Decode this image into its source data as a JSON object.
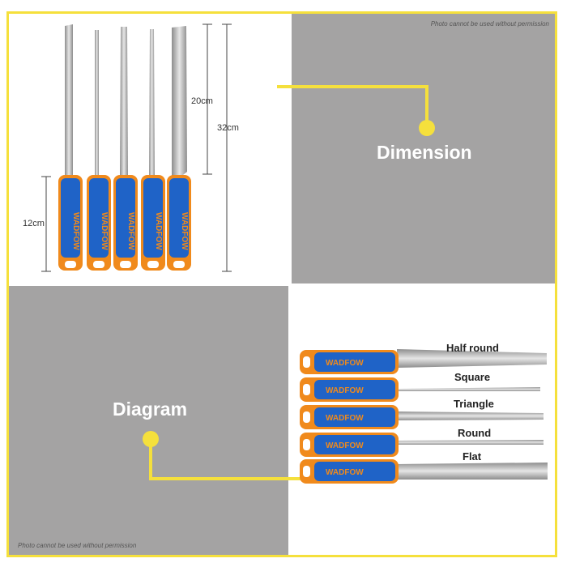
{
  "watermark": "Photo cannot be used without permission",
  "sections": {
    "dimension": "Dimension",
    "diagram": "Diagram"
  },
  "dimensions": {
    "blade_length": "20cm",
    "total_length": "32cm",
    "handle_length": "12cm"
  },
  "file_types": [
    "Half round",
    "Square",
    "Triangle",
    "Round",
    "Flat"
  ],
  "brand": "WADFOW",
  "colors": {
    "accent_yellow": "#f5e03c",
    "handle_blue": "#1f63c7",
    "handle_orange": "#f08a1c",
    "panel_gray": "#a4a3a3"
  }
}
